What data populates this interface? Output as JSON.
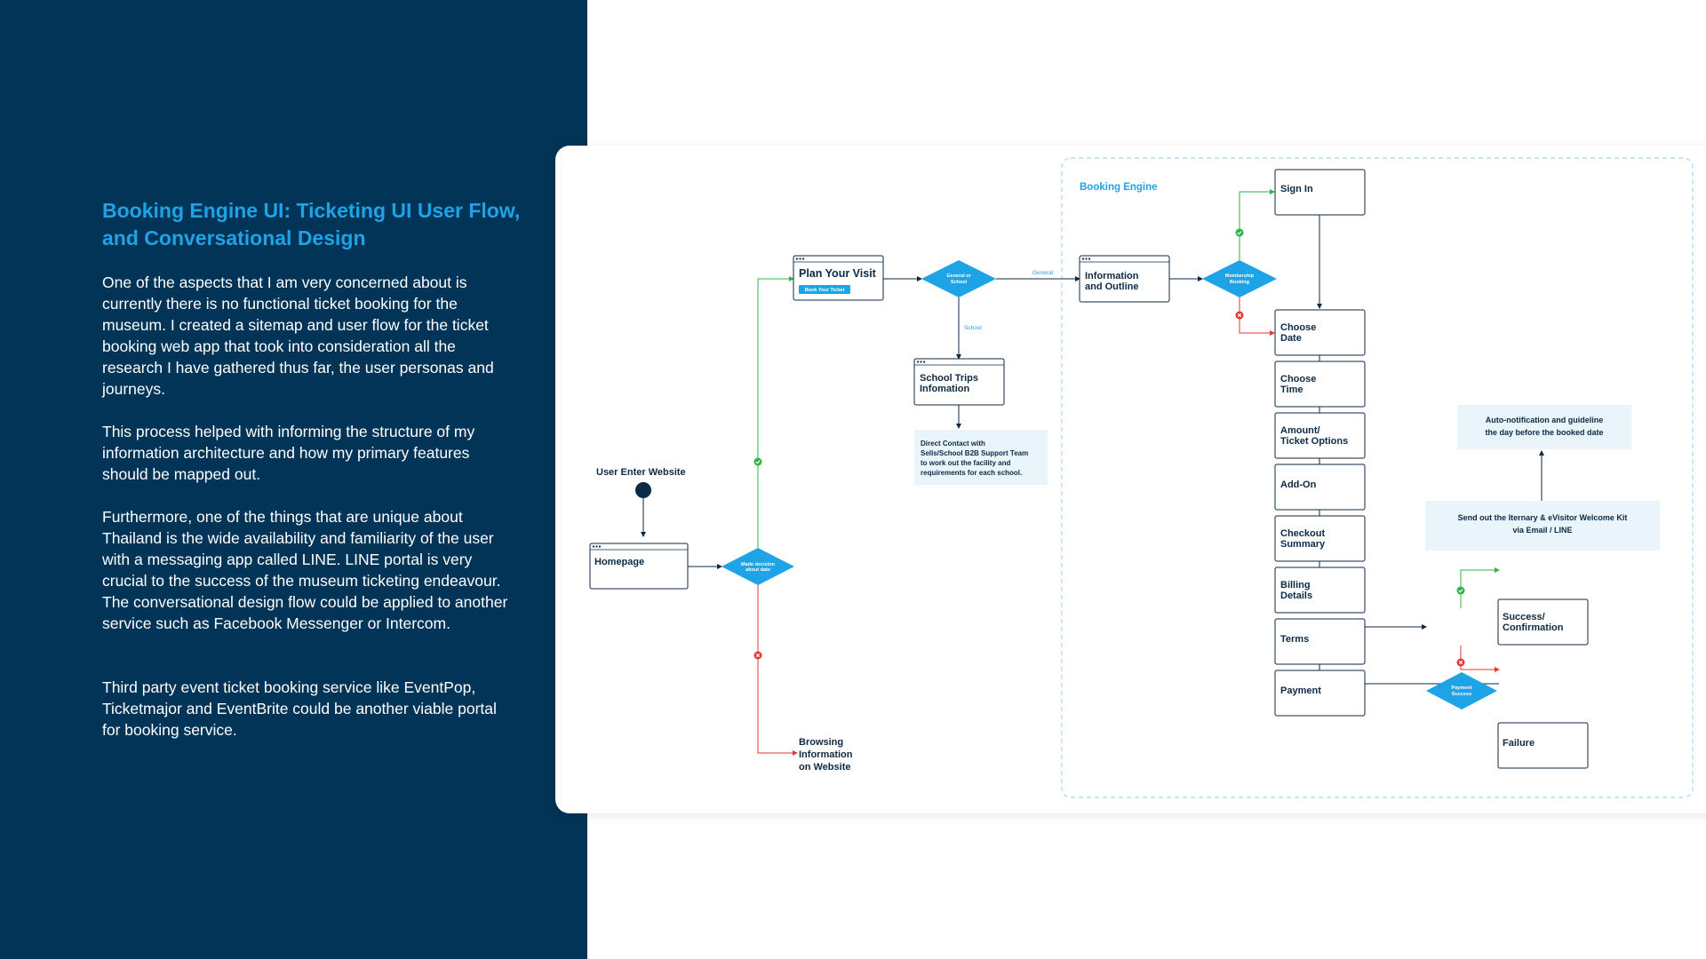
{
  "left": {
    "headline": "Booking Engine UI: Ticketing UI User Flow, and Conversational Design",
    "paragraphs": [
      "One of the aspects that I am very concerned about is currently there is no functional ticket booking for the museum. I created a sitemap and user flow for the ticket booking web app that took into consideration all the research I have gathered thus far, the user personas and journeys.",
      "This process helped with informing the structure of my information architecture and how my primary features should be mapped out.",
      "Furthermore, one of the things that are unique about Thailand is the wide availability and familiarity of the user with a messaging app called LINE. LINE portal is very crucial to the success of the museum ticketing endeavour. The conversational design flow could be applied to another service such as Facebook Messenger or Intercom.",
      "Third party event ticket booking service like EventPop, Ticketmajor and EventBrite could be another viable portal for booking service."
    ]
  },
  "diagram": {
    "colors": {
      "accent": "#1ea3e6",
      "dark_navy": "#0c2a44",
      "panel": "#023457",
      "success": "#2fb344",
      "failure": "#e53935",
      "note_bg": "#eaf4fb"
    },
    "booking_engine_label": "Booking Engine",
    "start_label": "User Enter Website",
    "homepage": "Homepage",
    "decision_made": [
      "Made decision",
      "about date"
    ],
    "plan_visit": "Plan Your Visit",
    "book_ticket_button": "Book Your Ticket",
    "decision_general_school": [
      "General or",
      "School"
    ],
    "edge_general": "General",
    "edge_school": "School",
    "school_trips": [
      "School Trips",
      "Infomation"
    ],
    "direct_contact": [
      "Direct Contact with",
      "Sells/School B2B Support Team",
      "to work out the facility and",
      "requirements for each school."
    ],
    "browsing": [
      "Browsing",
      "Information",
      "on Website"
    ],
    "info_outline": [
      "Information",
      "and Outline"
    ],
    "decision_membership": [
      "Membership",
      "Booking"
    ],
    "sign_in": "Sign In",
    "steps": [
      [
        "Choose",
        "Date"
      ],
      [
        "Choose",
        "Time"
      ],
      [
        "Amount/",
        "Ticket Options"
      ],
      [
        "Add-On"
      ],
      [
        "Checkout",
        "Summary"
      ],
      [
        "Billing",
        "Details"
      ],
      [
        "Terms"
      ],
      [
        "Payment"
      ]
    ],
    "decision_payment": [
      "Payment",
      "Success"
    ],
    "success": [
      "Success/",
      "Confirmation"
    ],
    "failure": "Failure",
    "itinerary": [
      "Send out the Iternary & eVisitor Welcome Kit",
      "via Email / LINE"
    ],
    "auto_notification": [
      "Auto-notification and guideline",
      "the day before the booked date"
    ],
    "icon_names": [
      "check-circle-icon",
      "cross-circle-icon",
      "window-dots-icon"
    ]
  }
}
